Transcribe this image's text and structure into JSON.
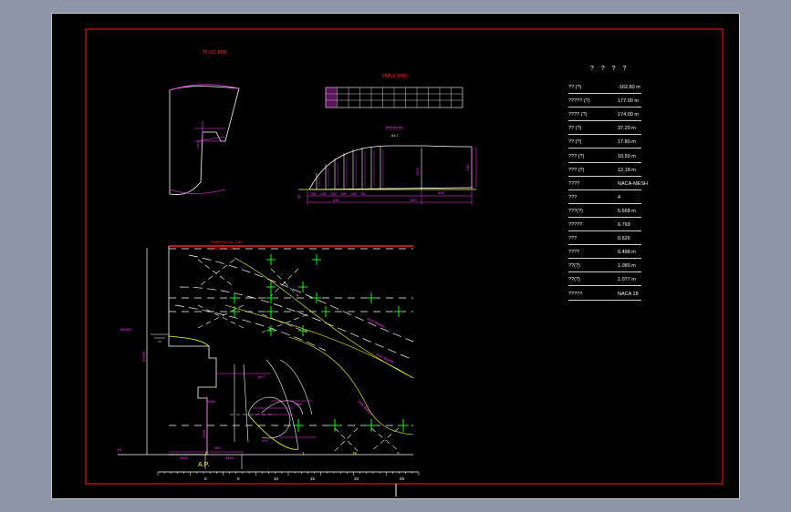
{
  "view_titles": {
    "section_left": "TF.601.BBB",
    "table_title": "TABLE RRR",
    "profile_title": "???????"
  },
  "profile": {
    "scale_label": "A1:1",
    "dims_bottom": [
      "1050",
      "1050",
      "1050",
      "1050",
      "1050",
      "430"
    ],
    "dim_630": "630",
    "dim_430": "430",
    "dim_590": "590",
    "dim_540": "540",
    "dim_3370": "3370",
    "dim_40": "40"
  },
  "main_section": {
    "label_level_left": "1800EL",
    "label_top": "WORKING EL 3.85",
    "label_top2": "WWW EL 3.85",
    "label_height": "17650",
    "label_1877": "1877",
    "label_1560": "1560",
    "label_1080": "1080",
    "label_2700": "2700",
    "label_450": "450",
    "label_370": "370",
    "label_3500": "3500",
    "label_3420": "3420",
    "label_el": "EL",
    "label_ap": "A.P.",
    "curve_labels": [
      "XXX Blades",
      "XXX Blades",
      "XXX Blades"
    ],
    "scale_ticks": [
      "0",
      "5",
      "10",
      "15",
      "20",
      "25"
    ],
    "x_ticks": [
      "0",
      "1",
      "15",
      "2"
    ]
  },
  "spec_table": {
    "title": "? ? ? ?",
    "rows": [
      {
        "label": "?? (?)",
        "value": "-162.80  m"
      },
      {
        "label": "????? (?)",
        "value": "177.00  m"
      },
      {
        "label": "???? (?)",
        "value": "174.00  m"
      },
      {
        "label": "?? (?)",
        "value": "37.20  m"
      },
      {
        "label": "?? (?)",
        "value": "17.80  m"
      },
      {
        "label": "??? (?)",
        "value": "10.50  m"
      },
      {
        "label": "??? (?)",
        "value": "12.18  m"
      },
      {
        "label": "????",
        "value": "NACA-MESH"
      },
      {
        "label": "???",
        "value": "4"
      },
      {
        "label": "???(?)",
        "value": "5.668  m"
      },
      {
        "label": "?????",
        "value": "6.769"
      },
      {
        "label": "???",
        "value": "0.626"
      },
      {
        "label": "????",
        "value": "0.498  m"
      },
      {
        "label": "??(?)",
        "value": "1.080  m"
      },
      {
        "label": "??(?)",
        "value": "1.077  m"
      },
      {
        "label": "?????",
        "value": "NACA 18"
      }
    ]
  },
  "colors": {
    "frame": "#ff1f1f",
    "line": "#ffffff",
    "yellow": "#ffff3a",
    "green": "#22ee22",
    "magenta": "#ff3cff",
    "red": "#ff2a2a"
  }
}
